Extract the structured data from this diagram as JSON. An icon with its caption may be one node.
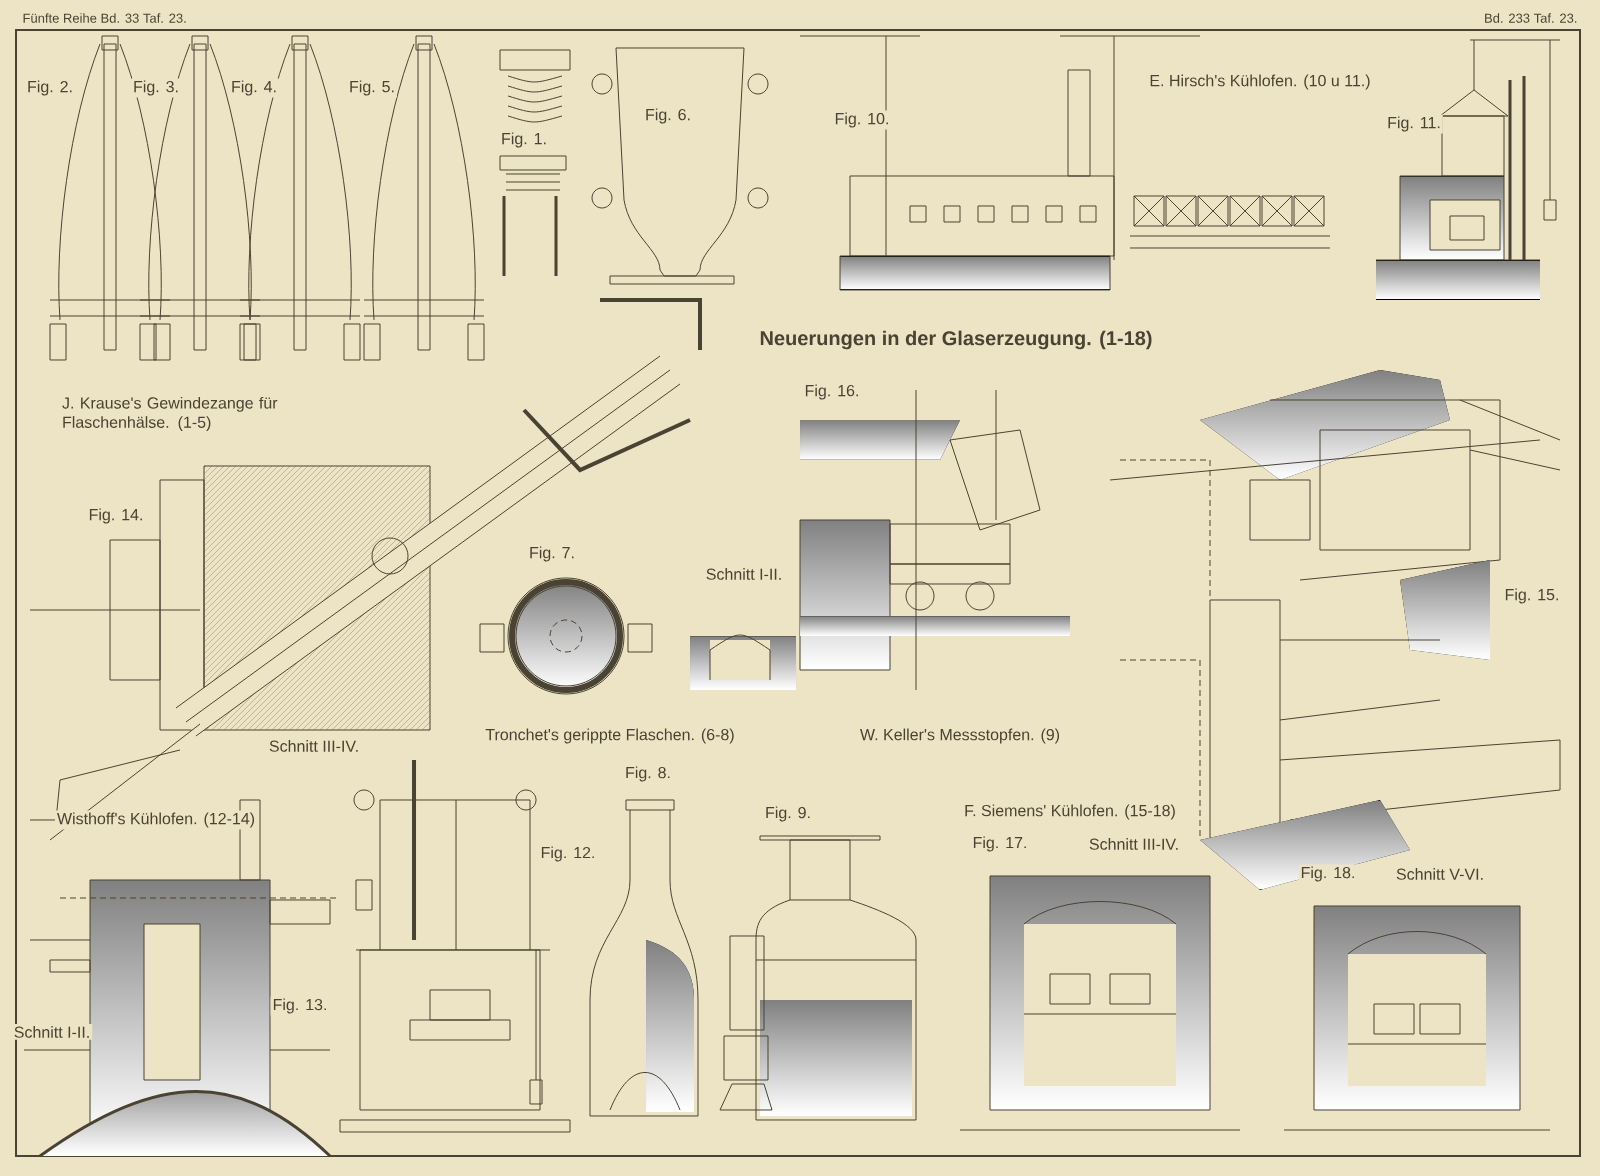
{
  "diagram": {
    "title": "Neuerungen in der Glaserzeugung. (1-18)",
    "labels": [
      "Fünfte Reihe Bd. 33 Taf. 23.",
      "Bd. 233 Taf. 23.",
      "Fig. 2.",
      "Fig. 3.",
      "Fig. 4.",
      "Fig. 5.",
      "Fig. 1.",
      "Fig. 6.",
      "Fig. 10.",
      "E. Hirsch's Kühlofen. (10 u 11.)",
      "Fig. 11.",
      "J. Krause's Gewindezange für Flaschenhälse. (1-5)",
      "Fig. 16.",
      "Fig. 14.",
      "Fig. 7.",
      "Schnitt I-II.",
      "Fig. 15.",
      "Schnitt III-IV.",
      "Tronchet's gerippte Flaschen. (6-8)",
      "W. Keller's Messstopfen. (9)",
      "Fig. 8.",
      "Wisthoff's Kühlofen. (12-14)",
      "Fig. 9.",
      "Fig. 12.",
      "F. Siemens' Kühlofen. (15-18)",
      "Fig. 17.",
      "Schnitt III-IV.",
      "Fig. 18.",
      "Schnitt V-VI.",
      "Fig. 13.",
      "Schnitt I-II."
    ]
  }
}
